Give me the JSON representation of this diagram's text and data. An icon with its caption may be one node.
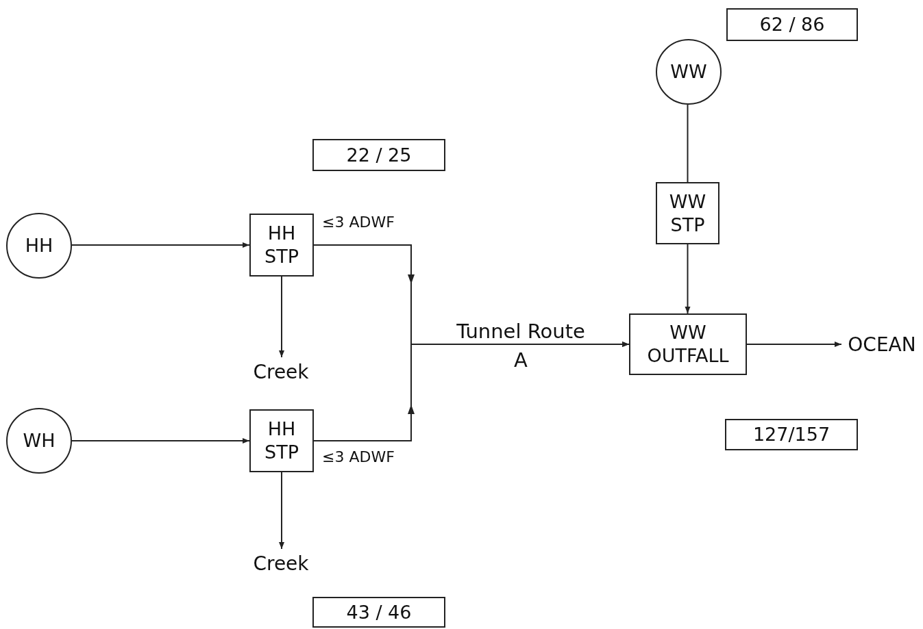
{
  "diagram": {
    "nodes": [
      {
        "text": [
          "HH"
        ]
      },
      {
        "text": [
          "HH STP"
        ]
      },
      {
        "text": [
          "WH"
        ]
      },
      {
        "text": [
          "HH STP"
        ]
      },
      {
        "text": [
          "Creek"
        ]
      },
      {
        "text": [
          "Creek"
        ]
      },
      {
        "text": [
          "WW"
        ]
      },
      {
        "text": [
          "WW STP"
        ]
      },
      {
        "text": [
          "WW OUTFALL"
        ]
      },
      {
        "text": [
          "OCEAN"
        ]
      },
      {
        "text": [
          "62 / 86"
        ]
      },
      {
        "text": [
          "22 / 25"
        ]
      },
      {
        "text": [
          "127/157"
        ]
      },
      {
        "text": [
          "43 / 46"
        ]
      }
    ],
    "edges": [
      {
        "from": 0,
        "to": 1,
        "arrow": "to"
      },
      {
        "from": 2,
        "to": 3,
        "arrow": "to"
      },
      {
        "from": 1,
        "to": 4,
        "arrow": "to"
      },
      {
        "from": 3,
        "to": 5,
        "arrow": "to"
      },
      {
        "from": 1,
        "to": 8,
        "arrow": "to",
        "label": "≤3 ADWF"
      },
      {
        "from": 3,
        "to": 8,
        "arrow": "to",
        "label": "≤3 ADWF"
      },
      {
        "from": 6,
        "to": 7,
        "arrow": "none"
      },
      {
        "from": 7,
        "to": 8,
        "arrow": "to"
      },
      {
        "from": 8,
        "to": 9,
        "arrow": "to"
      }
    ],
    "labels": [
      "Tunnel Route A"
    ]
  }
}
